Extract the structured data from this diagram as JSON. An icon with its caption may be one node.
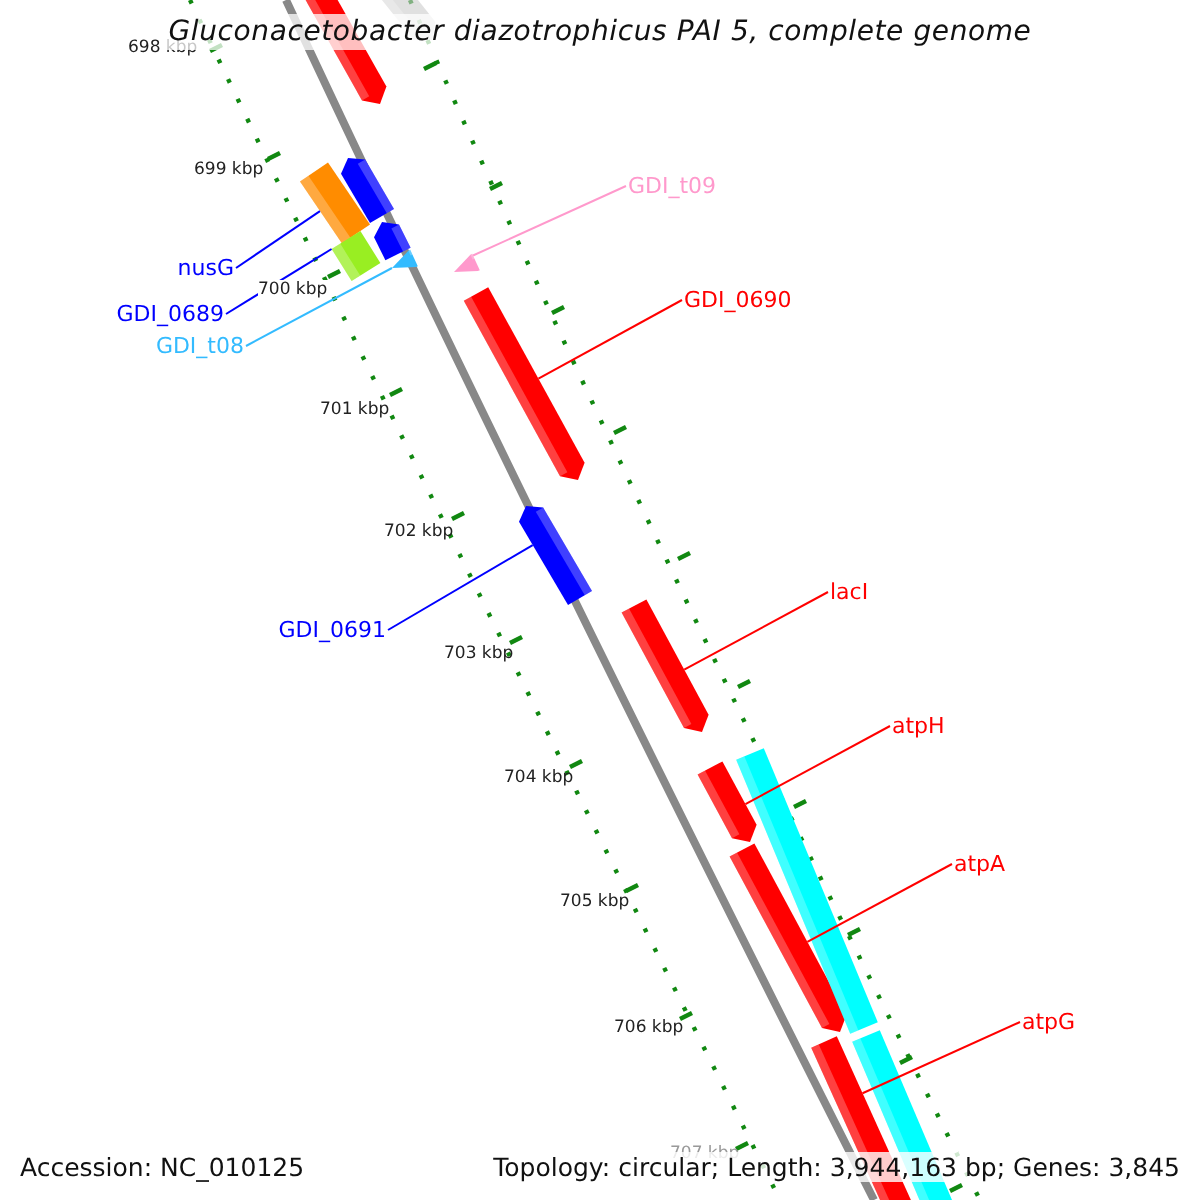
{
  "diagram": {
    "title": "Gluconacetobacter diazotrophicus PAI 5, complete genome",
    "nodes": [
      {
        "text": [
          "nusG"
        ]
      },
      {
        "text": [
          "GDI_0689"
        ]
      },
      {
        "text": [
          "GDI_t08"
        ]
      },
      {
        "text": [
          "GDI_t09"
        ]
      },
      {
        "text": [
          "GDI_0690"
        ]
      },
      {
        "text": [
          "GDI_0691"
        ]
      },
      {
        "text": [
          "lacI"
        ]
      },
      {
        "text": [
          "atpH"
        ]
      },
      {
        "text": [
          "atpA"
        ]
      },
      {
        "text": [
          "atpG"
        ]
      },
      {
        "text": [],
        "shape": "bar"
      },
      {
        "text": [],
        "shape": "bar"
      },
      {
        "text": [],
        "shape": "bar"
      },
      {
        "text": [],
        "shape": "bar"
      },
      {
        "text": [],
        "shape": "bar"
      },
      {
        "text": [],
        "shape": "bar"
      },
      {
        "text": [],
        "shape": "bar"
      },
      {
        "text": [],
        "shape": "bar"
      },
      {
        "text": [],
        "shape": "bar"
      },
      {
        "text": [],
        "shape": "bar"
      },
      {
        "text": [],
        "shape": "bar"
      },
      {
        "text": [],
        "shape": "bar"
      },
      {
        "text": [],
        "shape": "bar"
      },
      {
        "text": [],
        "shape": "bar"
      },
      {
        "text": [],
        "shape": "bar"
      },
      {
        "text": [],
        "shape": "bar"
      }
    ],
    "edges": [
      {
        "from": 0,
        "to": 13,
        "arrow": "none",
        "color": "#0000ff"
      },
      {
        "from": 1,
        "to": 15,
        "arrow": "none",
        "color": "#0000ff"
      },
      {
        "from": 2,
        "to": 16,
        "arrow": "none",
        "color": "#33bbff"
      },
      {
        "from": 3,
        "to": 17,
        "arrow": "none",
        "color": "#ff99cc"
      },
      {
        "from": 4,
        "to": 18,
        "arrow": "none"
      },
      {
        "from": 5,
        "to": 19,
        "arrow": "none",
        "color": "#0000ff"
      },
      {
        "from": 6,
        "to": 20,
        "arrow": "none"
      },
      {
        "from": 7,
        "to": 22,
        "arrow": "none"
      },
      {
        "from": 8,
        "to": 23,
        "arrow": "none"
      },
      {
        "from": 9,
        "to": 25,
        "arrow": "none"
      }
    ],
    "labels": [
      "698 kbp",
      "699 kbp",
      "700 kbp",
      "701 kbp",
      "702 kbp",
      "703 kbp",
      "704 kbp",
      "705 kbp",
      "706 kbp",
      "707 kbp",
      "Accession: NC_010125",
      "Topology: circular; Length: 3,944,163 bp; Genes: 3,845"
    ]
  }
}
